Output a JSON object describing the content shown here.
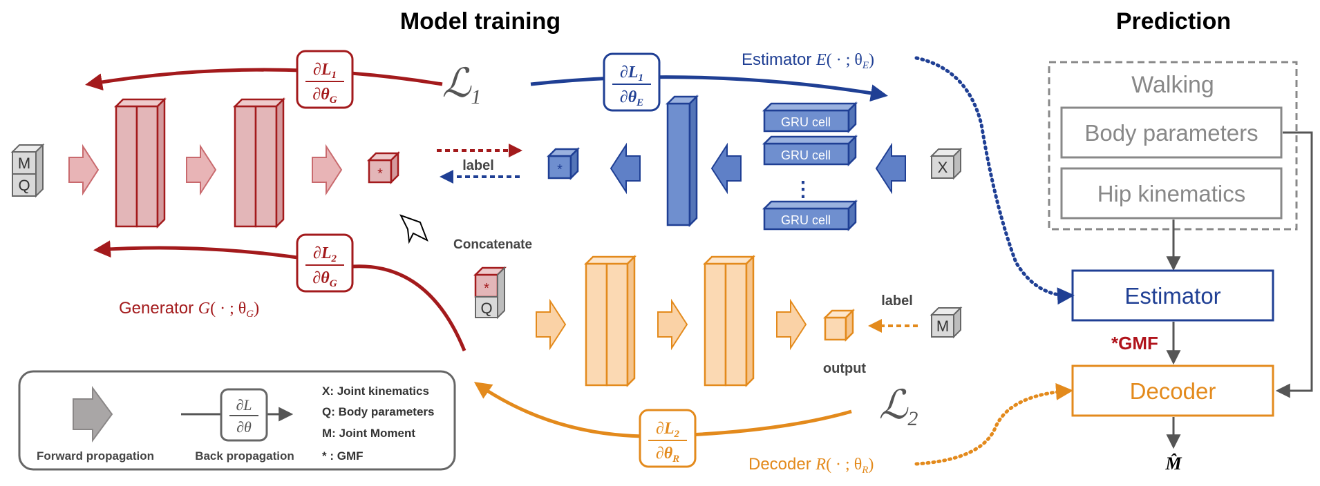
{
  "headings": {
    "training": "Model training",
    "prediction": "Prediction"
  },
  "colors": {
    "red": "#a31a1c",
    "red_fill": "#e3b6b8",
    "red_arrow": "#e8b4b6",
    "blue": "#1f3f94",
    "blue_fill": "#6f8fcf",
    "blue_arrow": "#5f80c7",
    "orange": "#e38a1c",
    "orange_fill": "#fbd9b3",
    "orange_arrow": "#fad2a6",
    "gray": "#666666",
    "gray_fill": "#d9d9d9"
  },
  "losses": {
    "l1_symbol": "ℒ",
    "l1_sub": "1",
    "l2_symbol": "ℒ",
    "l2_sub": "2"
  },
  "gradients": {
    "dl1_dthetaG": {
      "num": "∂L",
      "num_sub": "1",
      "den": "∂θ",
      "den_sub": "G"
    },
    "dl1_dthetaE": {
      "num": "∂L",
      "num_sub": "1",
      "den": "∂θ",
      "den_sub": "E"
    },
    "dl2_dthetaG": {
      "num": "∂L",
      "num_sub": "2",
      "den": "∂θ",
      "den_sub": "G"
    },
    "dl2_dthetaR": {
      "num": "∂L",
      "num_sub": "2",
      "den": "∂θ",
      "den_sub": "R"
    }
  },
  "labels": {
    "estimator_name": "Estimator ",
    "estimator_fn": "E",
    "estimator_args": "( · ; θ",
    "estimator_sub": "E",
    "generator_name": "Generator ",
    "generator_fn": "G",
    "generator_args": "( · ; θ",
    "generator_sub": "G",
    "decoder_name": "Decoder ",
    "decoder_fn": "R",
    "decoder_args": "( · ; θ",
    "decoder_sub": "R",
    "close_paren": ")",
    "label_top": "label",
    "label_bottom": "label",
    "concatenate": "Concatenate",
    "output": "output",
    "gru_cells": [
      "GRU cell",
      "GRU cell",
      "GRU cell"
    ],
    "gru_ellipsis": "⋮",
    "cube_m": "M",
    "cube_q": "Q",
    "cube_x": "X",
    "cube_star": "*"
  },
  "prediction": {
    "walking": "Walking",
    "body_parameters": "Body parameters",
    "hip_kinematics": "Hip kinematics",
    "estimator": "Estimator",
    "gmf": "*GMF",
    "decoder": "Decoder",
    "output_symbol": "M̂"
  },
  "legend": {
    "forward": "Forward propagation",
    "back": "Back propagation",
    "back_num": "∂L",
    "back_den": "∂θ",
    "items": [
      "X: Joint kinematics",
      "Q: Body  parameters",
      "M: Joint Moment",
      "* : GMF"
    ]
  }
}
